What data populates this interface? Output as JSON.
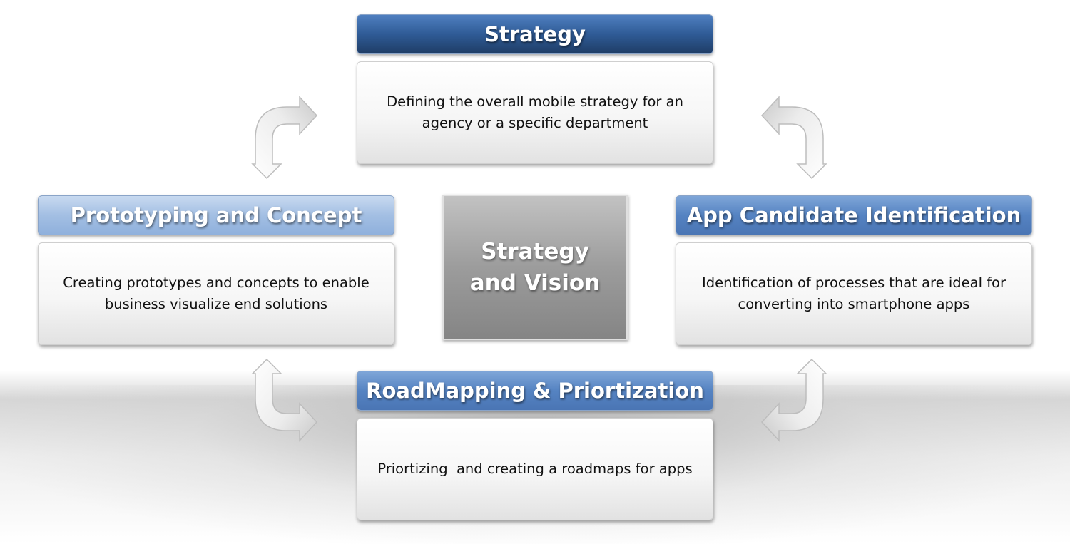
{
  "center": {
    "line1": "Strategy",
    "line2": "and Vision"
  },
  "nodes": {
    "strategy": {
      "title": "Strategy",
      "desc_line1": "Defining the overall mobile strategy for an",
      "desc_line2": "agency or a specific department"
    },
    "prototyping": {
      "title": "Prototyping and Concept",
      "desc_line1": "Creating prototypes and concepts to enable",
      "desc_line2": "business visualize end solutions"
    },
    "app_candidate": {
      "title": "App Candidate Identification",
      "desc_line1": "Identification of processes that are ideal for",
      "desc_line2": "converting into smartphone apps"
    },
    "roadmapping": {
      "title": "RoadMapping & Priortization",
      "desc_line1": "Priortizing  and creating a roadmaps for apps"
    }
  },
  "colors": {
    "header_dark": "#2f5b96",
    "header_mid": "#5583c2",
    "header_light": "#a3bfe3",
    "center_gray": "#9c9c9c"
  }
}
